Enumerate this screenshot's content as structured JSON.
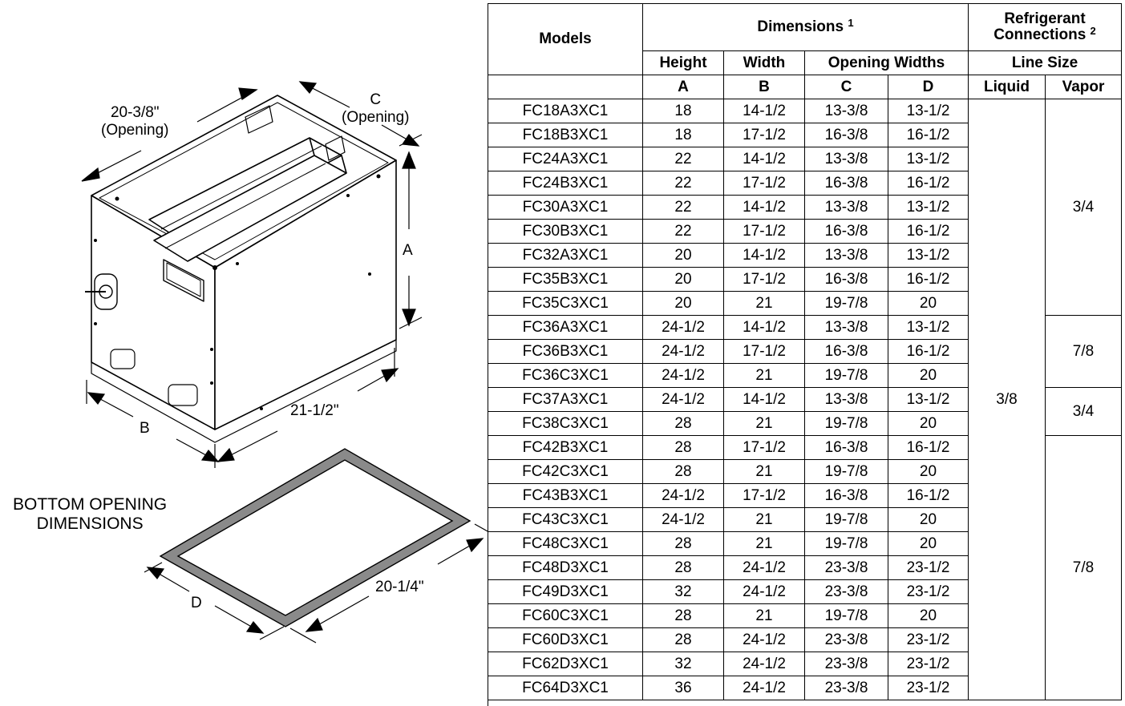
{
  "figure": {
    "top_opening_width": "20-3/8\"",
    "top_opening_word": "(Opening)",
    "dim_c": "C",
    "dim_c_sub": "(Opening)",
    "dim_a": "A",
    "dim_b": "B",
    "depth": "21-1/2\"",
    "bottom_title_1": "BOTTOM OPENING",
    "bottom_title_2": "DIMENSIONS",
    "dim_d": "D",
    "bottom_depth": "20-1/4\""
  },
  "table": {
    "headers": {
      "models": "Models",
      "dimensions": "Dimensions",
      "dimensions_note": "1",
      "refrigerant_1": "Refrigerant",
      "refrigerant_2": "Connections",
      "refrigerant_note": "2",
      "height": "Height",
      "width": "Width",
      "opening_widths": "Opening Widths",
      "line_size": "Line Size",
      "a": "A",
      "b": "B",
      "c": "C",
      "d": "D",
      "liquid": "Liquid",
      "vapor": "Vapor"
    },
    "rows": [
      {
        "model": "FC18A3XC1",
        "a": "18",
        "b": "14-1/2",
        "c": "13-3/8",
        "d": "13-1/2"
      },
      {
        "model": "FC18B3XC1",
        "a": "18",
        "b": "17-1/2",
        "c": "16-3/8",
        "d": "16-1/2"
      },
      {
        "model": "FC24A3XC1",
        "a": "22",
        "b": "14-1/2",
        "c": "13-3/8",
        "d": "13-1/2"
      },
      {
        "model": "FC24B3XC1",
        "a": "22",
        "b": "17-1/2",
        "c": "16-3/8",
        "d": "16-1/2"
      },
      {
        "model": "FC30A3XC1",
        "a": "22",
        "b": "14-1/2",
        "c": "13-3/8",
        "d": "13-1/2"
      },
      {
        "model": "FC30B3XC1",
        "a": "22",
        "b": "17-1/2",
        "c": "16-3/8",
        "d": "16-1/2"
      },
      {
        "model": "FC32A3XC1",
        "a": "20",
        "b": "14-1/2",
        "c": "13-3/8",
        "d": "13-1/2"
      },
      {
        "model": "FC35B3XC1",
        "a": "20",
        "b": "17-1/2",
        "c": "16-3/8",
        "d": "16-1/2"
      },
      {
        "model": "FC35C3XC1",
        "a": "20",
        "b": "21",
        "c": "19-7/8",
        "d": "20"
      },
      {
        "model": "FC36A3XC1",
        "a": "24-1/2",
        "b": "14-1/2",
        "c": "13-3/8",
        "d": "13-1/2"
      },
      {
        "model": "FC36B3XC1",
        "a": "24-1/2",
        "b": "17-1/2",
        "c": "16-3/8",
        "d": "16-1/2"
      },
      {
        "model": "FC36C3XC1",
        "a": "24-1/2",
        "b": "21",
        "c": "19-7/8",
        "d": "20"
      },
      {
        "model": "FC37A3XC1",
        "a": "24-1/2",
        "b": "14-1/2",
        "c": "13-3/8",
        "d": "13-1/2"
      },
      {
        "model": "FC38C3XC1",
        "a": "28",
        "b": "21",
        "c": "19-7/8",
        "d": "20"
      },
      {
        "model": "FC42B3XC1",
        "a": "28",
        "b": "17-1/2",
        "c": "16-3/8",
        "d": "16-1/2"
      },
      {
        "model": "FC42C3XC1",
        "a": "28",
        "b": "21",
        "c": "19-7/8",
        "d": "20"
      },
      {
        "model": "FC43B3XC1",
        "a": "24-1/2",
        "b": "17-1/2",
        "c": "16-3/8",
        "d": "16-1/2"
      },
      {
        "model": "FC43C3XC1",
        "a": "24-1/2",
        "b": "21",
        "c": "19-7/8",
        "d": "20"
      },
      {
        "model": "FC48C3XC1",
        "a": "28",
        "b": "21",
        "c": "19-7/8",
        "d": "20"
      },
      {
        "model": "FC48D3XC1",
        "a": "28",
        "b": "24-1/2",
        "c": "23-3/8",
        "d": "23-1/2"
      },
      {
        "model": "FC49D3XC1",
        "a": "32",
        "b": "24-1/2",
        "c": "23-3/8",
        "d": "23-1/2"
      },
      {
        "model": "FC60C3XC1",
        "a": "28",
        "b": "21",
        "c": "19-7/8",
        "d": "20"
      },
      {
        "model": "FC60D3XC1",
        "a": "28",
        "b": "24-1/2",
        "c": "23-3/8",
        "d": "23-1/2"
      },
      {
        "model": "FC62D3XC1",
        "a": "32",
        "b": "24-1/2",
        "c": "23-3/8",
        "d": "23-1/2"
      },
      {
        "model": "FC64D3XC1",
        "a": "36",
        "b": "24-1/2",
        "c": "23-3/8",
        "d": "23-1/2"
      }
    ],
    "liquid_all": "3/8",
    "vapor_groups": [
      {
        "value": "3/4",
        "row_count": 9
      },
      {
        "value": "7/8",
        "row_count": 3
      },
      {
        "value": "3/4",
        "row_count": 2
      },
      {
        "value": "7/8",
        "row_count": 11
      }
    ]
  }
}
